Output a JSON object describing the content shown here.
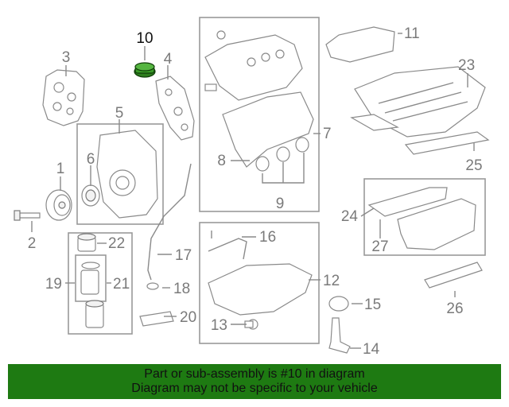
{
  "callouts": {
    "c1": "1",
    "c2": "2",
    "c3": "3",
    "c4": "4",
    "c5": "5",
    "c6": "6",
    "c7": "7",
    "c8": "8",
    "c9": "9",
    "c10": "10",
    "c11": "11",
    "c12": "12",
    "c13": "13",
    "c14": "14",
    "c15": "15",
    "c16": "16",
    "c17": "17",
    "c18": "18",
    "c19": "19",
    "c20": "20",
    "c21": "21",
    "c22": "22",
    "c23": "23",
    "c24": "24",
    "c25": "25",
    "c26": "26",
    "c27": "27"
  },
  "highlighted_part": "10",
  "highlight_color": "#2e7d1e",
  "banner": {
    "line1": "Part or sub-assembly is #10 in diagram",
    "line2": "Diagram may not be specific to your vehicle",
    "color": "#1e7a12"
  }
}
